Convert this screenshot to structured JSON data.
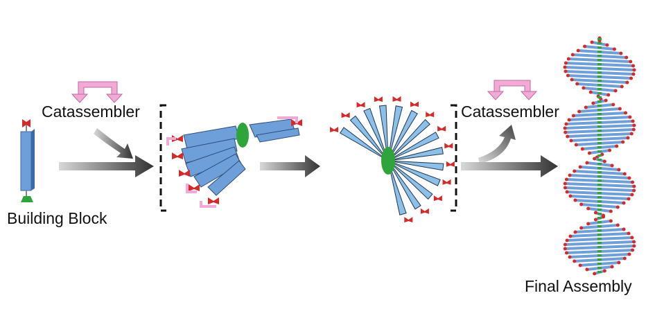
{
  "labels": {
    "catassembler_left": "Catassembler",
    "building_block": "Building Block",
    "catassembler_right": "Catassembler",
    "final_assembly": "Final Assembly"
  },
  "colors": {
    "block_blue": "#6f9fd8",
    "block_light_blue": "#8cc0e8",
    "red_head": "#d42a2a",
    "green_base": "#2ea43a",
    "pink_catassembler": "#f2a9d6",
    "arrow_gray": "#555555"
  }
}
